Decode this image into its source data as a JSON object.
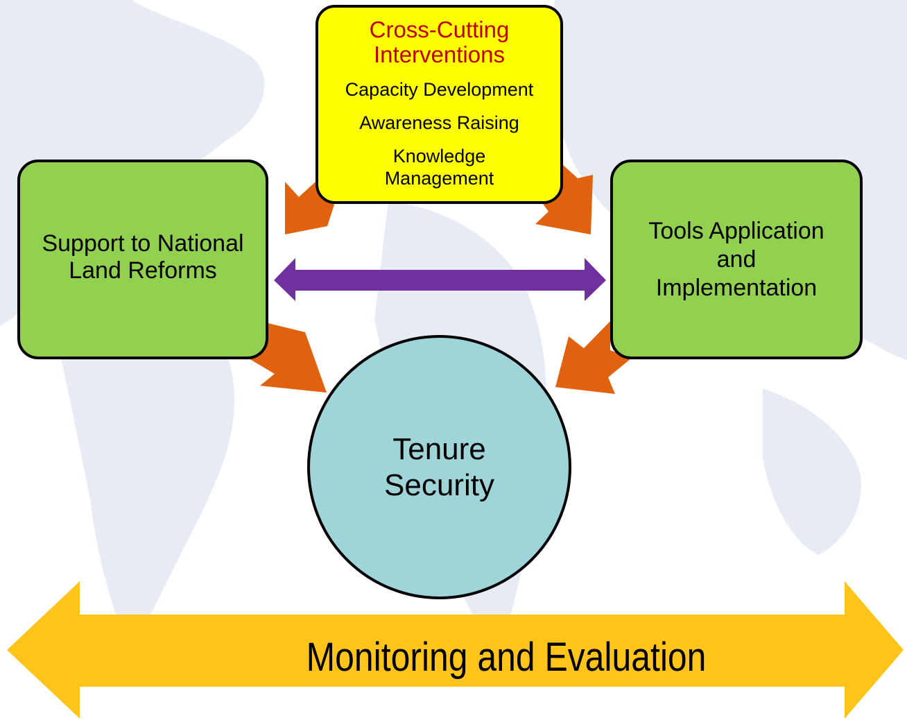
{
  "diagram": {
    "cross_cutting": {
      "title": "Cross-Cutting Interventions",
      "items": [
        "Capacity Development",
        "Awareness Raising",
        "Knowledge Management"
      ]
    },
    "left_box": "Support to National Land Reforms",
    "right_box": "Tools Application and Implementation",
    "center": "Tenure Security",
    "bottom_arrow": "Monitoring and Evaluation",
    "colors": {
      "cross_box": "#ffff00",
      "cross_title": "#c00000",
      "side_boxes": "#92d050",
      "center_circle": "#9fd4d9",
      "orange_arrows": "#e0610e",
      "purple_arrow": "#7030a0",
      "bottom_arrow": "#ffc41a",
      "map_background": "#e4eaf4"
    }
  }
}
